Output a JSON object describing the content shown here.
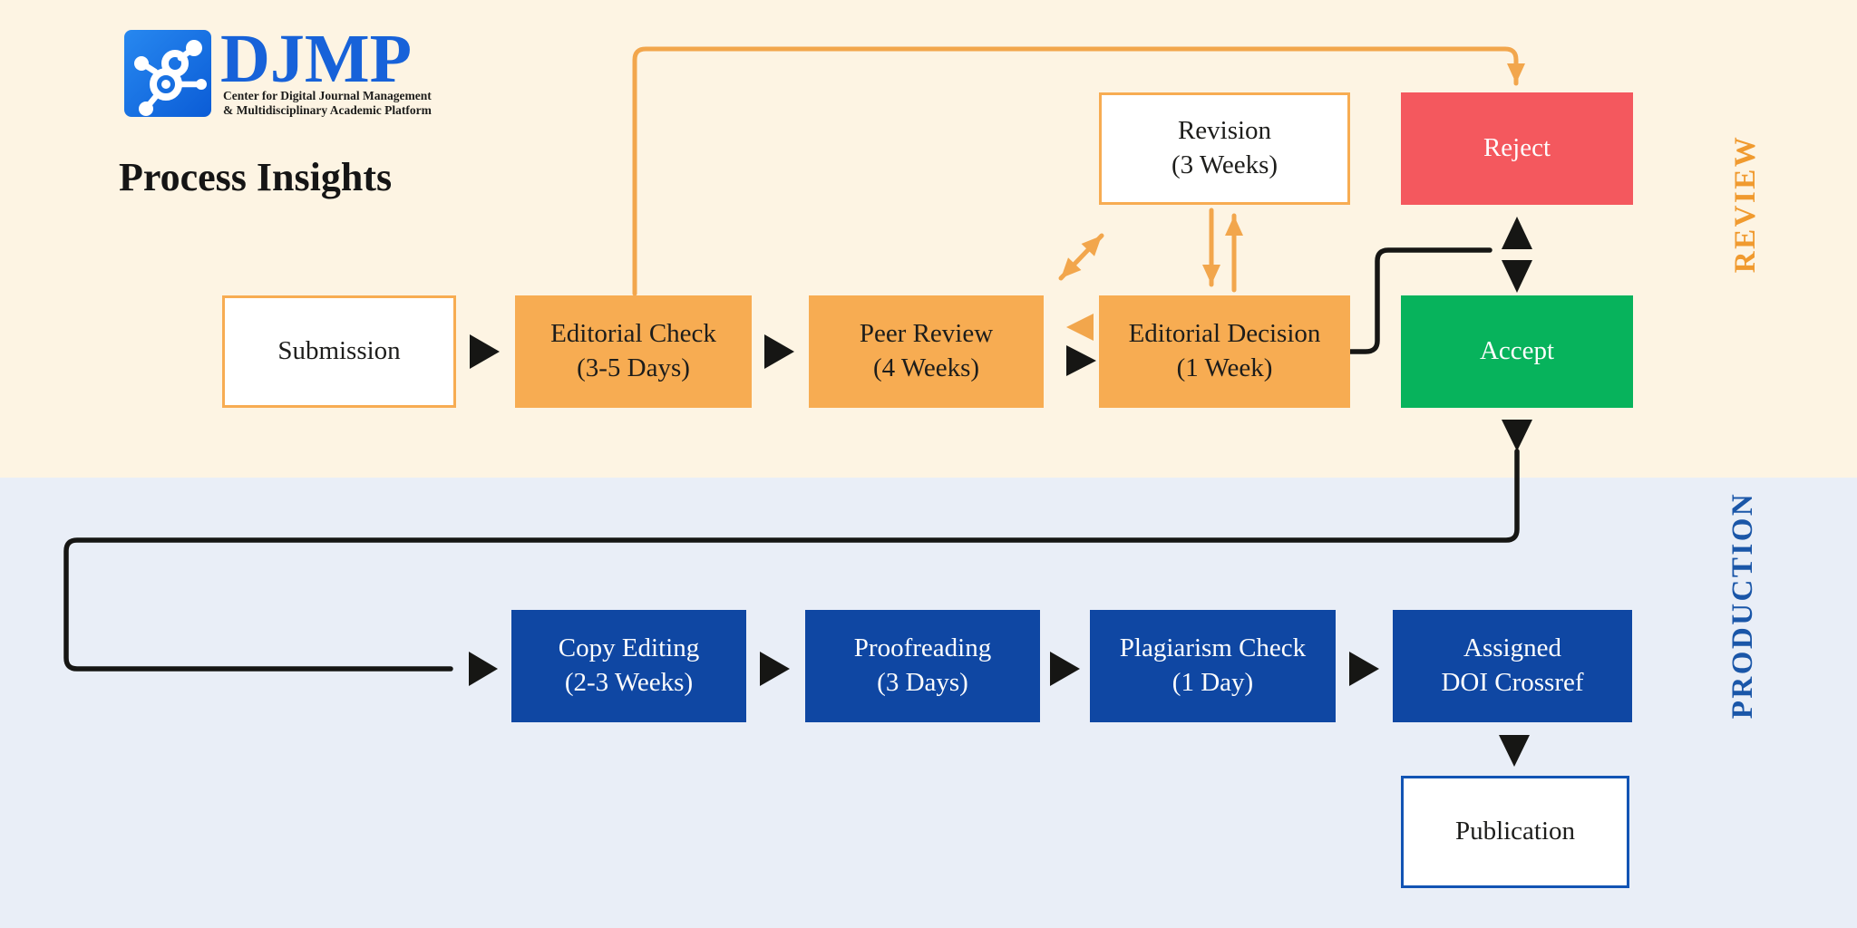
{
  "brand": {
    "name": "DJMP",
    "tagline_line1": "Center for Digital Journal Management",
    "tagline_line2": "& Multidisciplinary Academic Platform",
    "logo_icon": "network-molecule-icon"
  },
  "title": "Process Insights",
  "sections": {
    "review": {
      "label": "REVIEW"
    },
    "production": {
      "label": "PRODUCTION"
    }
  },
  "nodes": {
    "submission": {
      "label": "Submission",
      "style": "outline-orange"
    },
    "editorial_check": {
      "label": "Editorial Check\n(3-5 Days)",
      "style": "fill-orange"
    },
    "peer_review": {
      "label": "Peer Review\n(4 Weeks)",
      "style": "fill-orange"
    },
    "editorial_decision": {
      "label": "Editorial Decision\n(1 Week)",
      "style": "fill-orange"
    },
    "revision": {
      "label": "Revision\n(3 Weeks)",
      "style": "outline-orange"
    },
    "reject": {
      "label": "Reject",
      "style": "fill-red"
    },
    "accept": {
      "label": "Accept",
      "style": "fill-green"
    },
    "copy_editing": {
      "label": "Copy Editing\n(2-3 Weeks)",
      "style": "fill-blue"
    },
    "proofreading": {
      "label": "Proofreading\n(3 Days)",
      "style": "fill-blue"
    },
    "plagiarism_check": {
      "label": "Plagiarism Check\n(1 Day)",
      "style": "fill-blue"
    },
    "assigned_doi": {
      "label": "Assigned\nDOI Crossref",
      "style": "fill-blue"
    },
    "publication": {
      "label": "Publication",
      "style": "outline-blue"
    }
  },
  "edges": [
    {
      "from": "submission",
      "to": "editorial_check",
      "type": "black-arrow"
    },
    {
      "from": "editorial_check",
      "to": "peer_review",
      "type": "black-arrow"
    },
    {
      "from": "peer_review",
      "to": "editorial_decision",
      "type": "black-arrow"
    },
    {
      "from": "editorial_decision",
      "to": "peer_review",
      "type": "orange-arrow"
    },
    {
      "from": "editorial_check",
      "to": "reject",
      "type": "orange-elbow-arrow"
    },
    {
      "from": "peer_review",
      "to": "revision",
      "type": "orange-diagonal-double-arrow"
    },
    {
      "from": "revision",
      "to": "editorial_decision",
      "type": "orange-arrow-down"
    },
    {
      "from": "editorial_decision",
      "to": "revision",
      "type": "orange-arrow-up"
    },
    {
      "from": "editorial_decision",
      "to": "reject",
      "type": "black-elbow-arrow-up"
    },
    {
      "from": "editorial_decision",
      "to": "accept",
      "type": "black-elbow-arrow-down"
    },
    {
      "from": "accept",
      "to": "copy_editing",
      "type": "black-elbow-arrow"
    },
    {
      "from": "copy_editing",
      "to": "proofreading",
      "type": "black-arrow"
    },
    {
      "from": "proofreading",
      "to": "plagiarism_check",
      "type": "black-arrow"
    },
    {
      "from": "plagiarism_check",
      "to": "assigned_doi",
      "type": "black-arrow"
    },
    {
      "from": "assigned_doi",
      "to": "publication",
      "type": "black-arrow"
    }
  ],
  "colors": {
    "review_background": "#FDF4E3",
    "production_background": "#E9EEF7",
    "orange": "#F7AC52",
    "orange_line": "#F2A64C",
    "red": "#F4585E",
    "green": "#07B35C",
    "blue": "#0F47A3",
    "publication_border": "#1254B4",
    "brand_blue": "#1762D9",
    "review_label": "#F09A2F",
    "production_label": "#1A56A8",
    "connector_black": "#161614"
  }
}
